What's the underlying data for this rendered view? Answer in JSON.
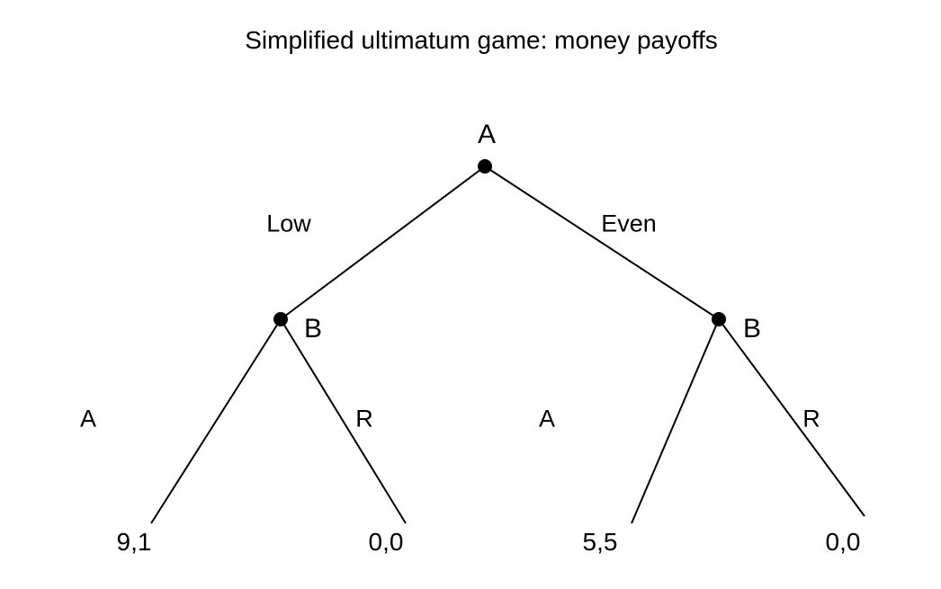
{
  "title": "Simplified ultimatum game: money payoffs",
  "colors": {
    "ink": "#000000",
    "background": "#ffffff"
  },
  "root": {
    "player": "A",
    "branches": [
      {
        "action": "Low",
        "node": {
          "player": "B",
          "branches": [
            {
              "action": "A",
              "payoff": "9,1"
            },
            {
              "action": "R",
              "payoff": "0,0"
            }
          ]
        }
      },
      {
        "action": "Even",
        "node": {
          "player": "B",
          "branches": [
            {
              "action": "A",
              "payoff": "5,5"
            },
            {
              "action": "R",
              "payoff": "0,0"
            }
          ]
        }
      }
    ]
  }
}
